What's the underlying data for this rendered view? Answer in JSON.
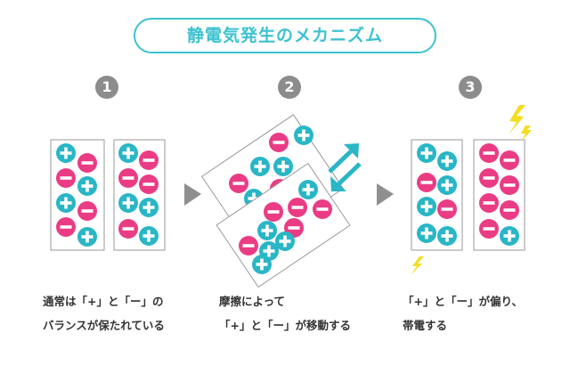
{
  "title": "静電気発生のメカニズム",
  "steps": [
    "1",
    "2",
    "3"
  ],
  "colors": {
    "plus": "#29b6c6",
    "minus": "#ea3c84",
    "accent": "#3cc2cf",
    "spark": "#f5dc1e",
    "arrow": "#8f8f8f"
  },
  "captions": {
    "step1": [
      "通常は「+」と「ー」の",
      "バランスが保たれている"
    ],
    "step2": [
      "摩擦によって",
      "「+」と「ー」が移動する"
    ],
    "step3": [
      "「+」と「ー」が偏り、",
      "帯電する"
    ]
  }
}
